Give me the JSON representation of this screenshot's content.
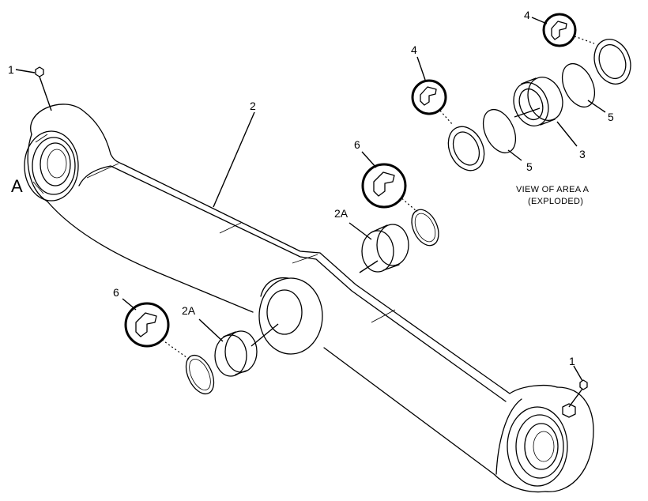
{
  "labels": {
    "p1_top": "1",
    "p1_bottom": "1",
    "p2": "2",
    "p2a_upper": "2A",
    "p2a_lower": "2A",
    "p3": "3",
    "p4_upper": "4",
    "p4_left": "4",
    "p5_right": "5",
    "p5_lower": "5",
    "p6_upper": "6",
    "p6_lower": "6",
    "area_a": "A"
  },
  "caption": {
    "line1": "VIEW OF AREA  A",
    "line2": "(EXPLODED)"
  }
}
